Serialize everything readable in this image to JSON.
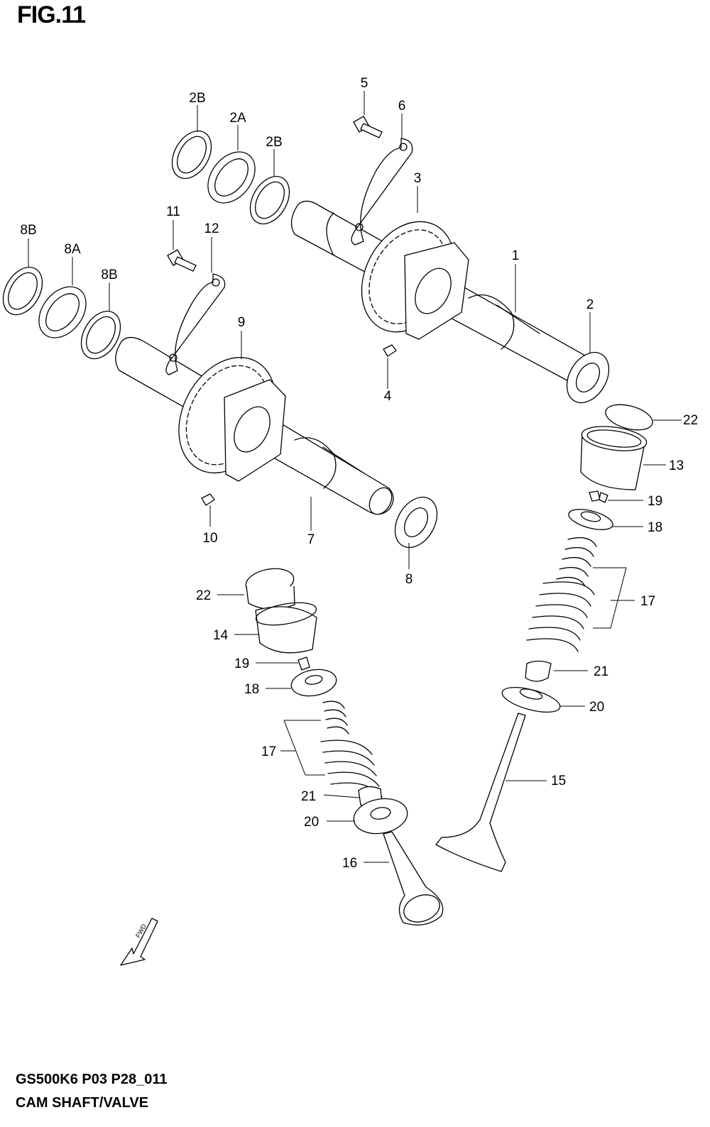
{
  "figure": {
    "title": "FIG.11",
    "model_code": "GS500K6 P03 P28_011",
    "section_name": "CAM SHAFT/VALVE",
    "fwd_label": "FWD"
  },
  "callouts": [
    "2B",
    "2A",
    "2B",
    "5",
    "6",
    "3",
    "11",
    "12",
    "8B",
    "8A",
    "8B",
    "1",
    "2",
    "9",
    "4",
    "22",
    "13",
    "19",
    "18",
    "10",
    "7",
    "8",
    "17",
    "22",
    "14",
    "19",
    "18",
    "21",
    "20",
    "17",
    "15",
    "21",
    "20",
    "16"
  ]
}
